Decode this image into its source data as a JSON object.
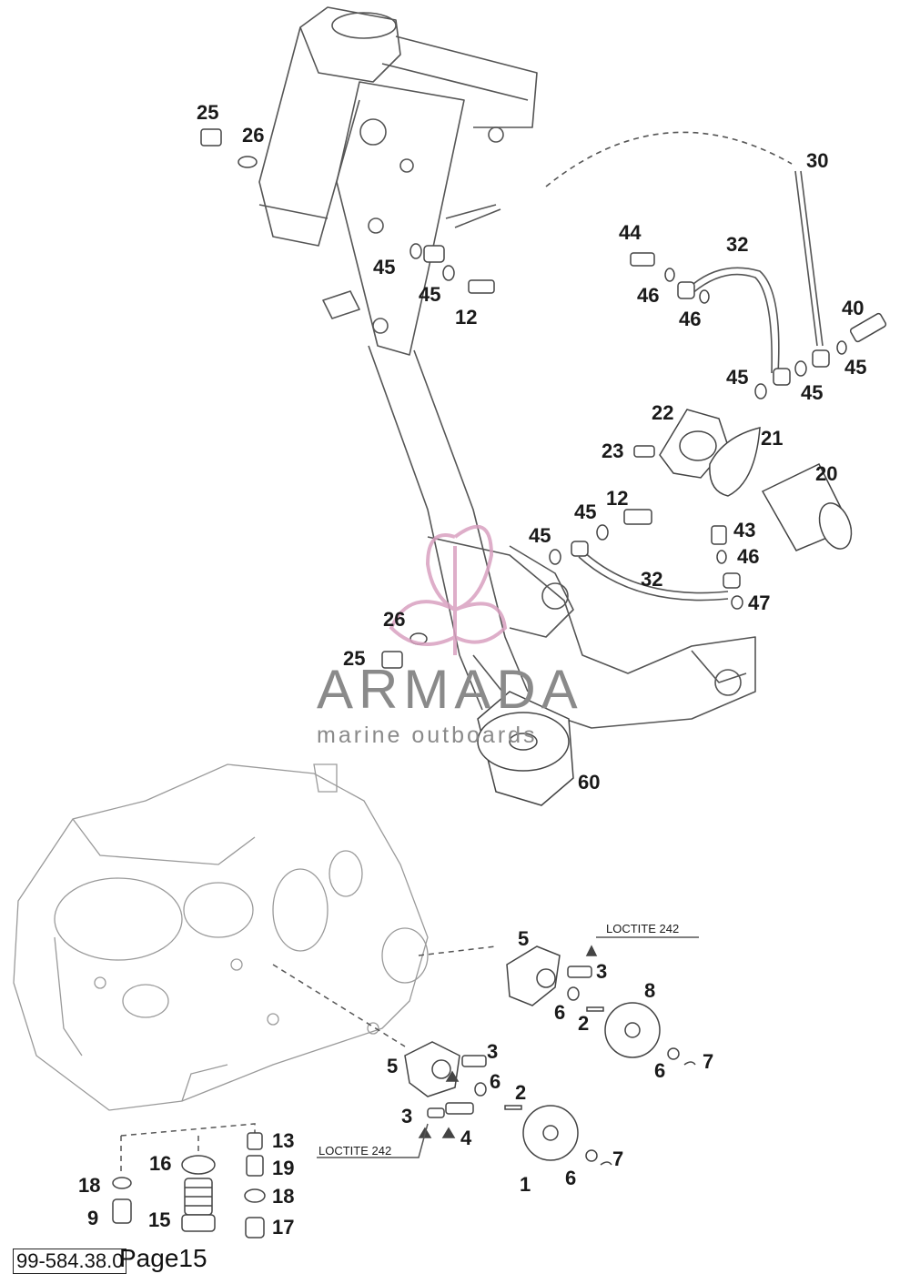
{
  "callouts": {
    "c25a": "25",
    "c26a": "26",
    "c45a": "45",
    "c45b": "45",
    "c12a": "12",
    "c30": "30",
    "c44": "44",
    "c32a": "32",
    "c46a": "46",
    "c46b": "46",
    "c40": "40",
    "c45c": "45",
    "c45d": "45",
    "c45e": "45",
    "c22": "22",
    "c21": "21",
    "c23": "23",
    "c20": "20",
    "c45f": "45",
    "c12b": "12",
    "c45g": "45",
    "c43": "43",
    "c46c": "46",
    "c32b": "32",
    "c47": "47",
    "c26b": "26",
    "c25b": "25",
    "c60": "60",
    "c5a": "5",
    "c3a": "3",
    "c8": "8",
    "c6a": "6",
    "c2a": "2",
    "c6b": "6",
    "c7a": "7",
    "c5b": "5",
    "c3b": "3",
    "c6c": "6",
    "c2b": "2",
    "c3c": "3",
    "c4": "4",
    "c1": "1",
    "c6d": "6",
    "c7b": "7",
    "c13": "13",
    "c16": "16",
    "c19": "19",
    "c18a": "18",
    "c18b": "18",
    "c9": "9",
    "c15": "15",
    "c17": "17"
  },
  "notes": {
    "loctite_top": "LOCTITE 242",
    "loctite_bottom": "LOCTITE 242"
  },
  "watermark": {
    "name": "ARMADA",
    "tagline": "marine outboards",
    "color": "#d9a0c0"
  },
  "footer": {
    "code": "99-584.38.0",
    "page": "Page15"
  },
  "colors": {
    "line": "#5a5a5a",
    "light_line": "#9a9a9a",
    "text": "#1a1a1a"
  }
}
